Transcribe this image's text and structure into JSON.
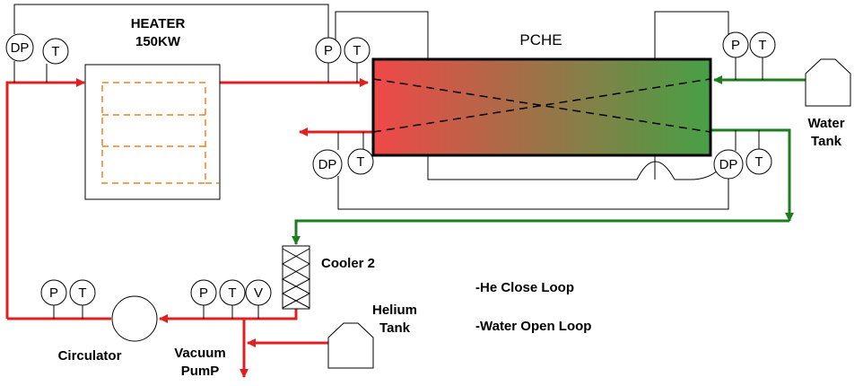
{
  "heater": {
    "title_line1": "HEATER",
    "title_line2": "150KW"
  },
  "pche": {
    "title": "PCHE"
  },
  "water_tank": {
    "line1": "Water",
    "line2": "Tank"
  },
  "helium_tank": {
    "line1": "Helium",
    "line2": "Tank"
  },
  "cooler": {
    "label": "Cooler 2"
  },
  "circulator": {
    "label": "Circulator"
  },
  "vacuum_pump": {
    "line1": "Vacuum",
    "line2": "PumP"
  },
  "legend": {
    "he_loop": "-He Close Loop",
    "water_loop": "-Water Open Loop"
  },
  "instruments": {
    "heater_dp": "DP",
    "heater_t": "T",
    "pche_in_p": "P",
    "pche_in_t": "T",
    "water_in_p": "P",
    "water_in_t": "T",
    "pche_out_dp": "DP",
    "pche_out_t": "T",
    "water_out_dp": "DP",
    "water_out_t": "T",
    "circ_p": "P",
    "circ_t": "T",
    "cooler_p": "P",
    "cooler_t": "T",
    "cooler_v": "V"
  },
  "colors": {
    "helium_line": "#e02020",
    "water_line": "#1e7d1e",
    "gradient_hot": "#f04848",
    "gradient_cold": "#46a046",
    "heater_coil": "#f08020"
  }
}
